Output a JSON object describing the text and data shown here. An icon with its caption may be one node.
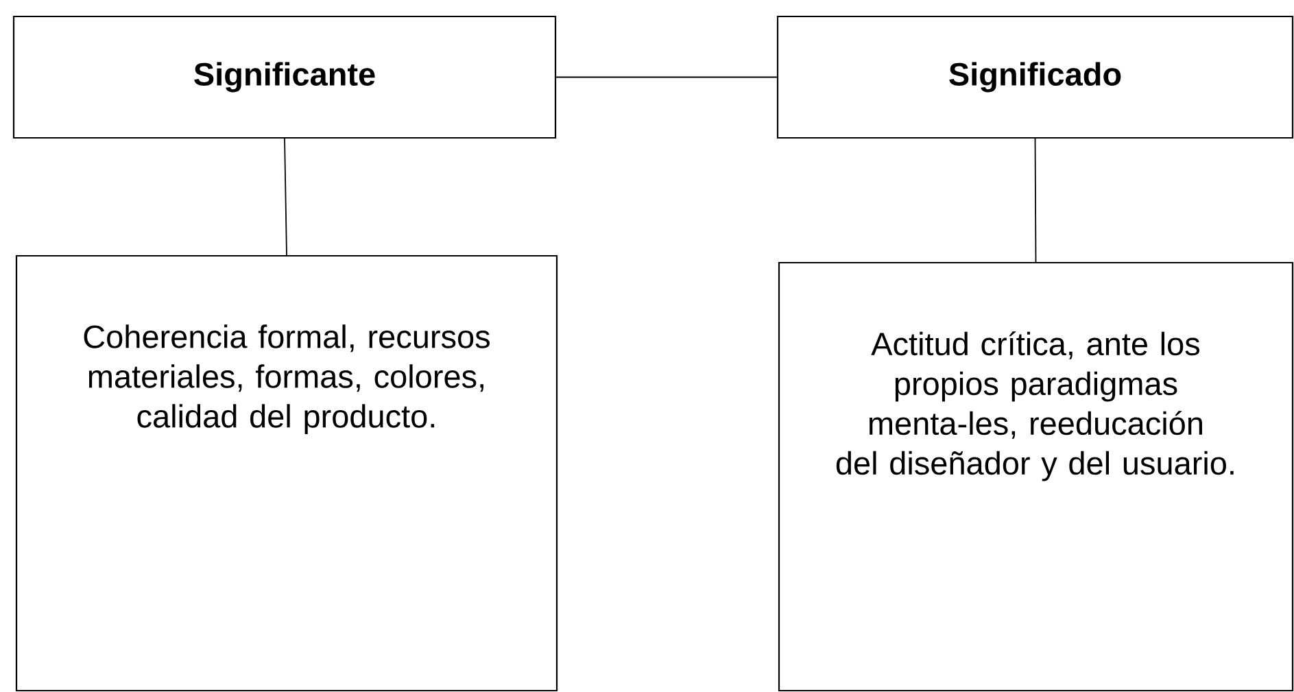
{
  "diagram": {
    "nodes": [
      {
        "text": [
          "Significante"
        ]
      },
      {
        "text": [
          "Significado"
        ]
      },
      {
        "text": [
          "Coherencia formal, recursos materiales, formas, colores, calidad del producto."
        ]
      },
      {
        "text": [
          "Actitud crítica, ante los propios paradigmas menta-les, reeducación del diseñador y del usuario."
        ]
      }
    ],
    "edges": [
      {
        "from": 0,
        "to": 1,
        "arrow": "none"
      },
      {
        "from": 0,
        "to": 2,
        "arrow": "none"
      },
      {
        "from": 1,
        "to": 3,
        "arrow": "none"
      }
    ]
  }
}
